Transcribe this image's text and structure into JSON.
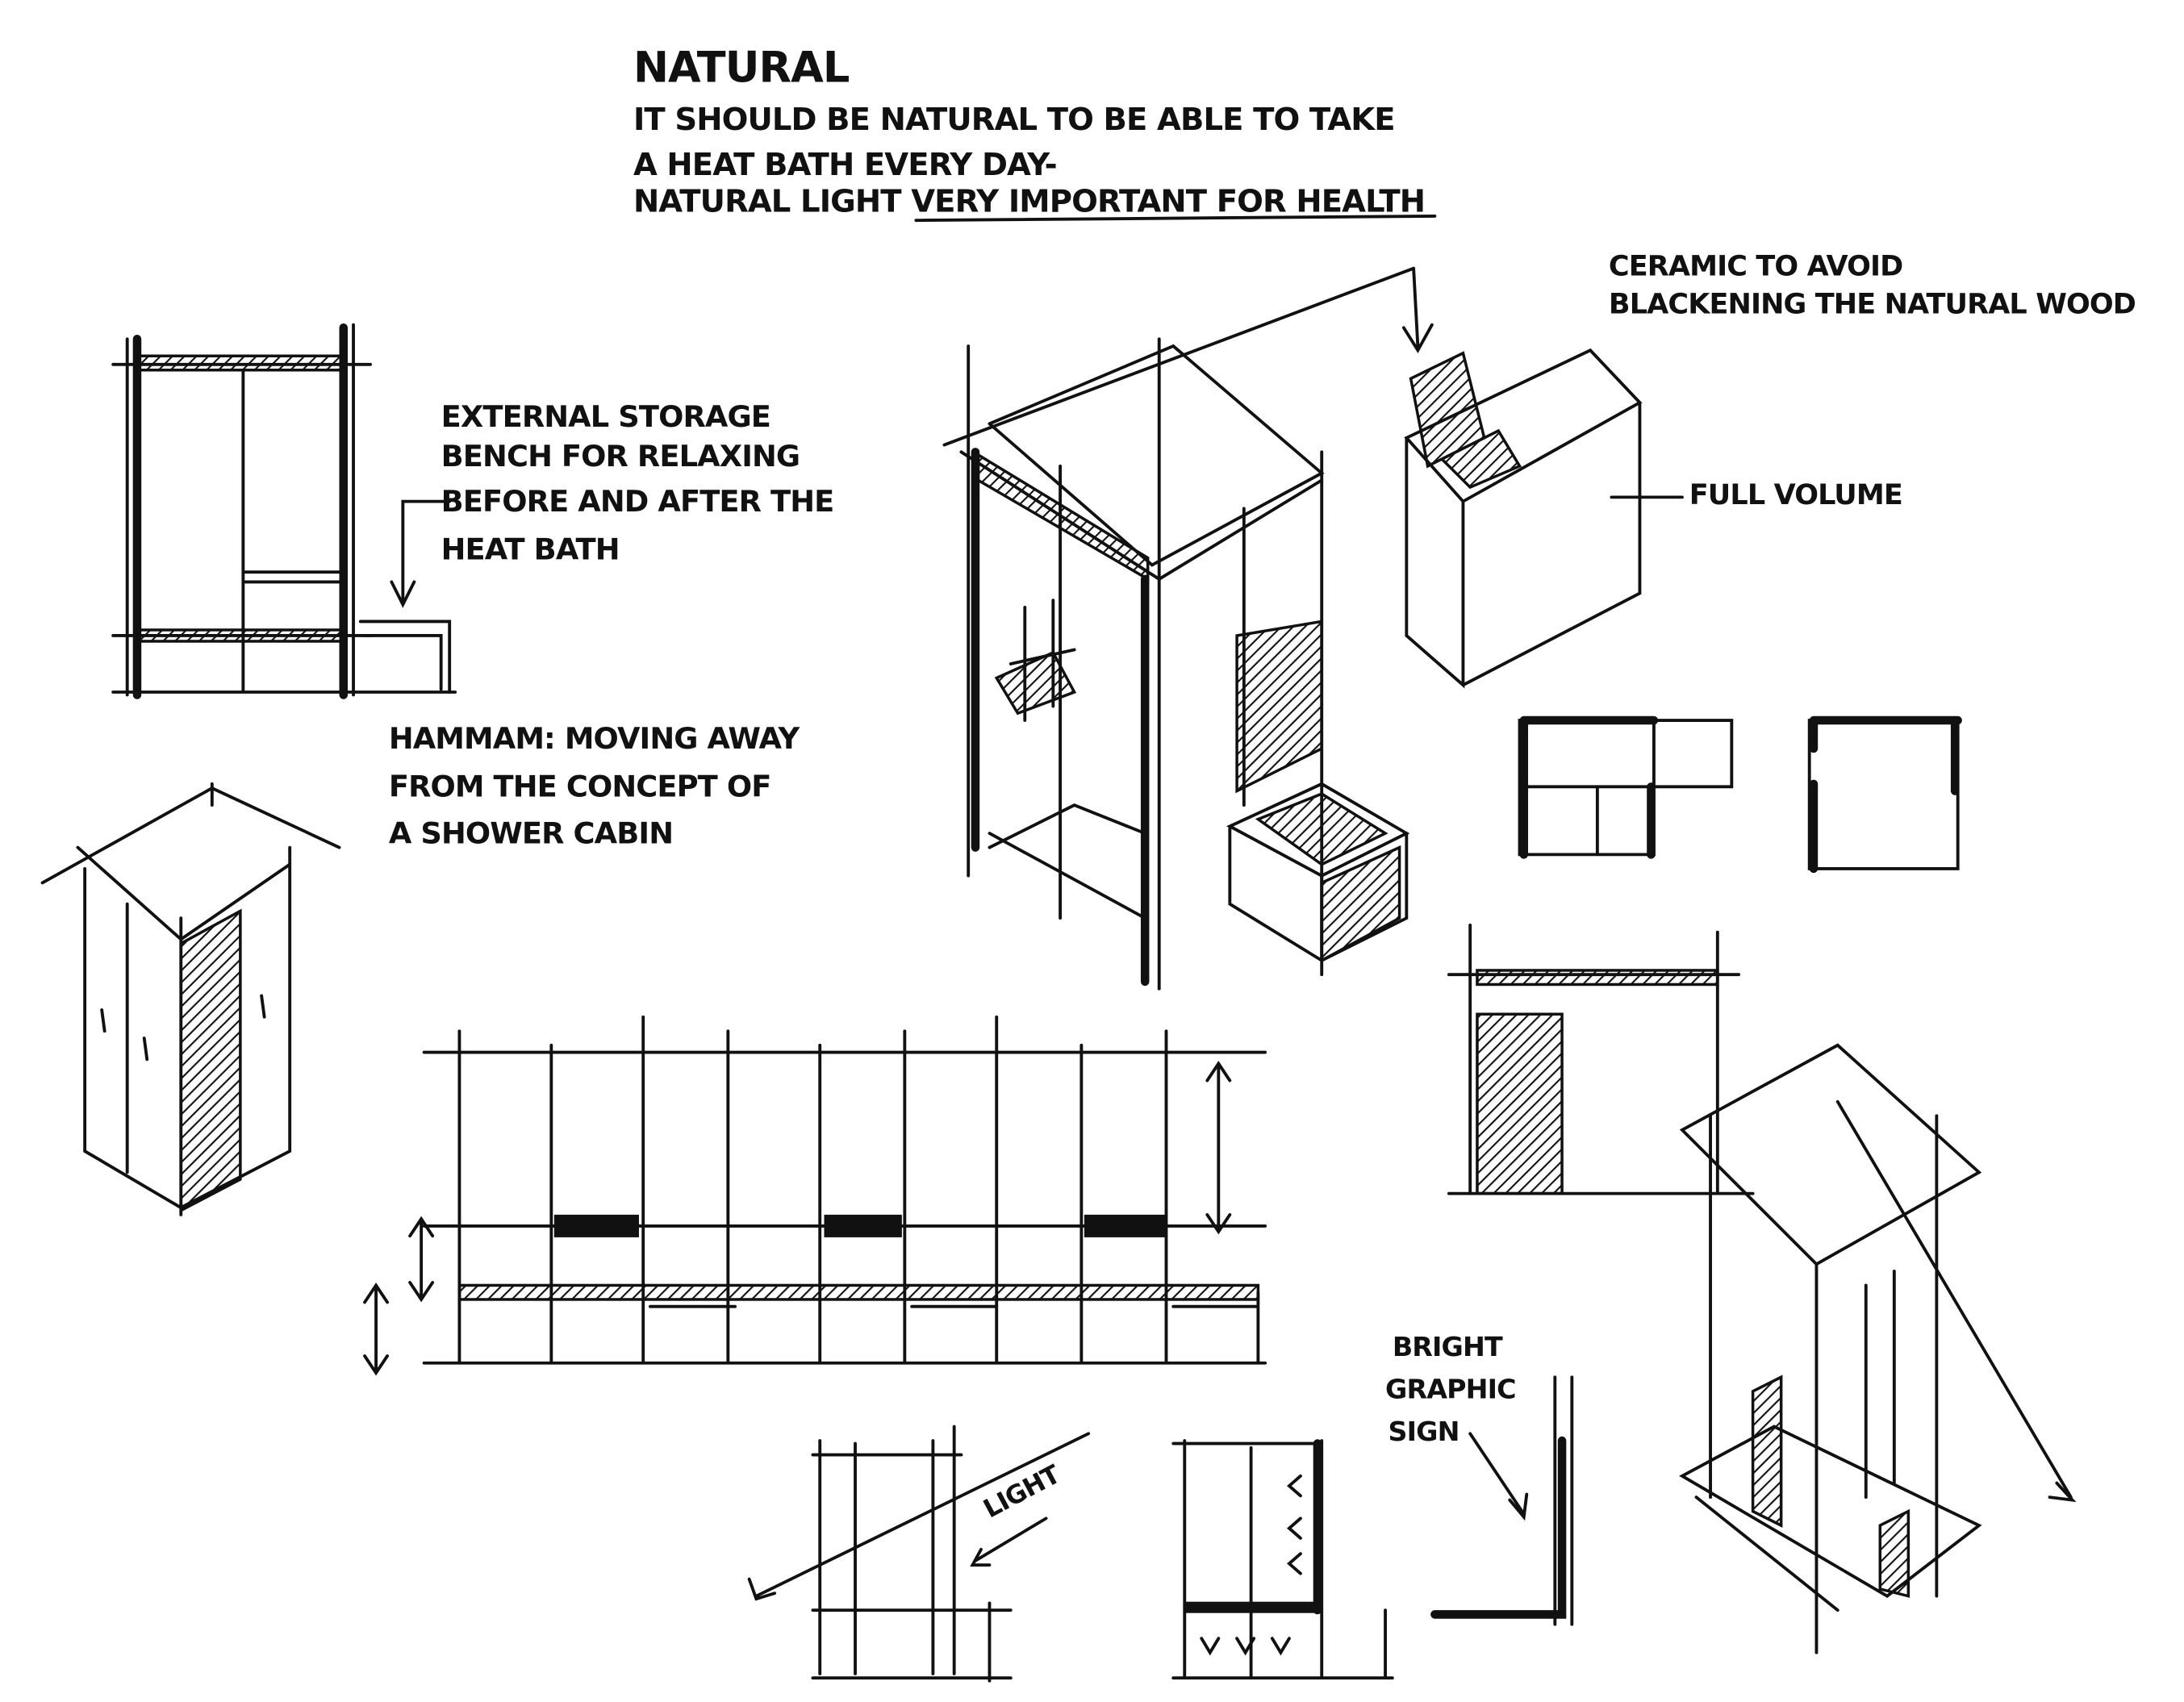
{
  "header": {
    "title": "NATURAL",
    "lines": [
      "IT SHOULD BE NATURAL TO BE ABLE TO TAKE",
      "A HEAT BATH EVERY DAY-",
      "NATURAL LIGHT VERY IMPORTANT FOR HEALTH"
    ]
  },
  "notes": {
    "storage": [
      "EXTERNAL STORAGE",
      "BENCH FOR RELAXING",
      "BEFORE AND AFTER THE",
      "HEAT BATH"
    ],
    "hammam": [
      "HAMMAM: MOVING AWAY",
      "FROM THE CONCEPT OF",
      "A SHOWER CABIN"
    ],
    "ceramic": [
      "CERAMIC TO AVOID",
      "BLACKENING THE NATURAL WOOD"
    ],
    "full_volume": "FULL VOLUME",
    "sign": [
      "BRIGHT",
      "GRAPHIC",
      "SIGN"
    ],
    "light": "LIGHT"
  },
  "colors": {
    "ink": "#111111",
    "paper": "#ffffff"
  }
}
